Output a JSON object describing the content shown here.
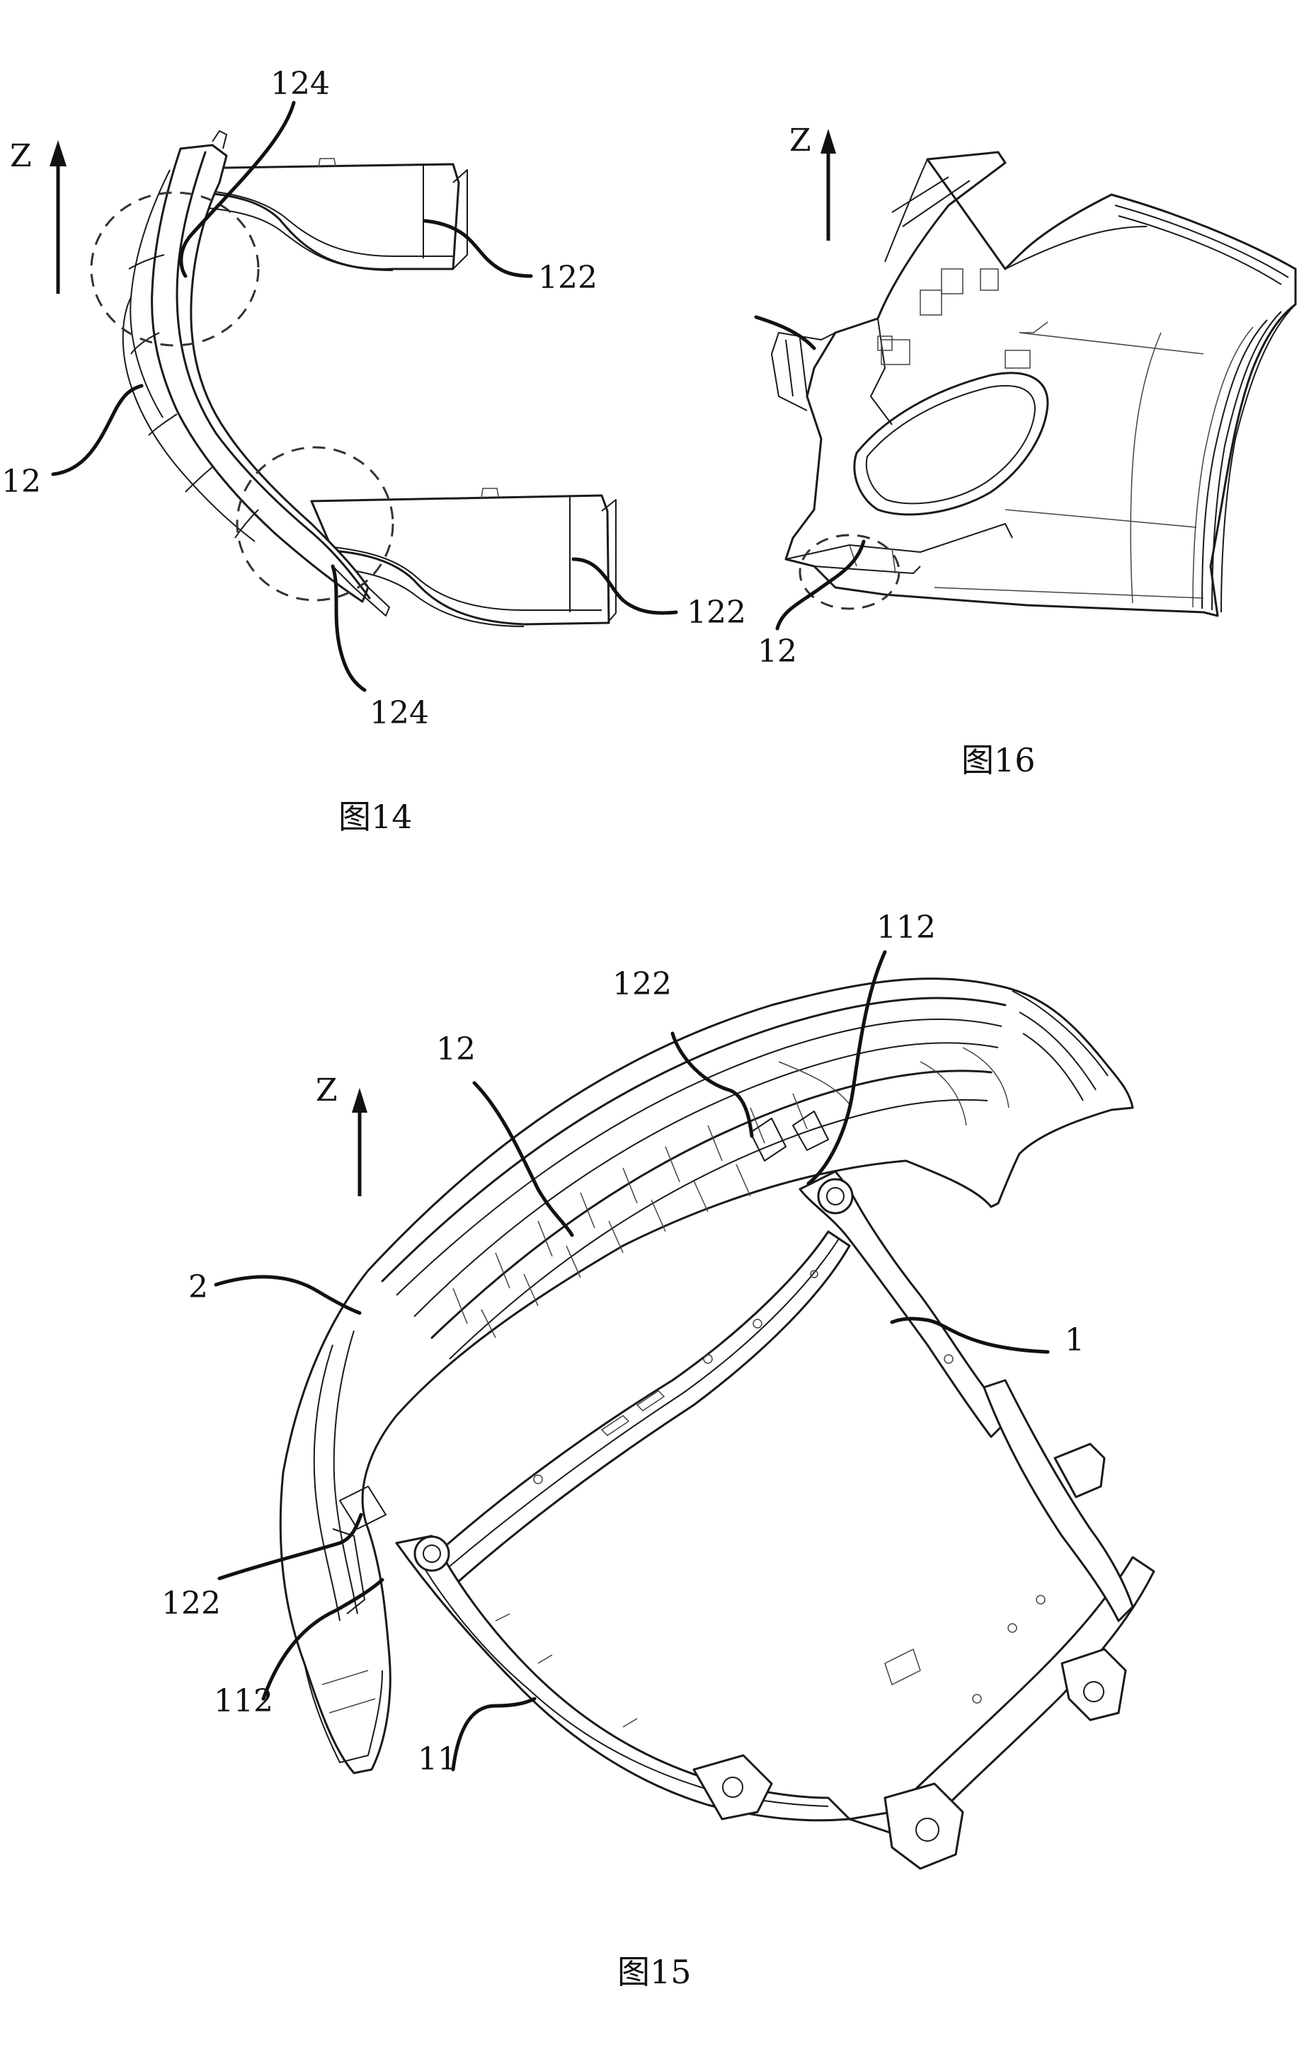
{
  "fig14": {
    "caption": "图14",
    "axis": "Z",
    "labels": {
      "l124_top": "124",
      "l122_top": "122",
      "l12": "12",
      "l122_bottom": "122",
      "l124_bottom": "124"
    }
  },
  "fig16": {
    "caption": "图16",
    "axis": "Z",
    "labels": {
      "l12": "12"
    }
  },
  "fig15": {
    "caption": "图15",
    "axis": "Z",
    "labels": {
      "l112_top": "112",
      "l122_top": "122",
      "l12": "12",
      "l2": "2",
      "l1": "1",
      "l122_left": "122",
      "l112_left": "112",
      "l11": "11"
    }
  }
}
